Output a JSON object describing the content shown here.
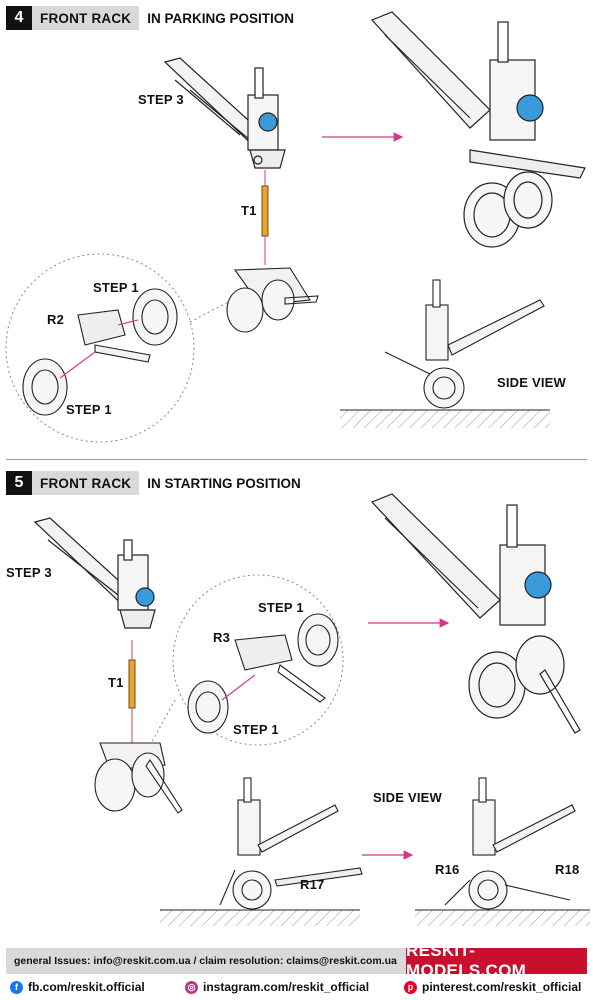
{
  "section4": {
    "number": "4",
    "title": "FRONT RACK",
    "subtitle": "IN PARKING POSITION",
    "labels": {
      "step3": "STEP 3",
      "t1": "T1",
      "step1_top": "STEP 1",
      "r2": "R2",
      "step1_bottom": "STEP 1",
      "side_view": "SIDE VIEW"
    }
  },
  "section5": {
    "number": "5",
    "title": "FRONT RACK",
    "subtitle": "IN STARTING POSITION",
    "labels": {
      "step3": "STEP 3",
      "t1": "T1",
      "step1_top": "STEP 1",
      "r3": "R3",
      "step1_bottom": "STEP 1",
      "side_view": "SIDE VIEW",
      "r17": "R17",
      "r16": "R16",
      "r18": "R18"
    }
  },
  "footer": {
    "contact": "general Issues: info@reskit.com.ua / claim resolution: claims@reskit.com.ua",
    "brand": "RESKIT-MODELS.COM",
    "facebook": "fb.com/reskit.official",
    "instagram": "instagram.com/reskit_official",
    "pinterest": "pinterest.com/reskit_official"
  },
  "colors": {
    "accent_arrow": "#d6368a",
    "part_blue": "#3a9ad9",
    "part_orange": "#e8a530",
    "brand_red": "#c8102e",
    "header_gray": "#d9d9d9"
  }
}
